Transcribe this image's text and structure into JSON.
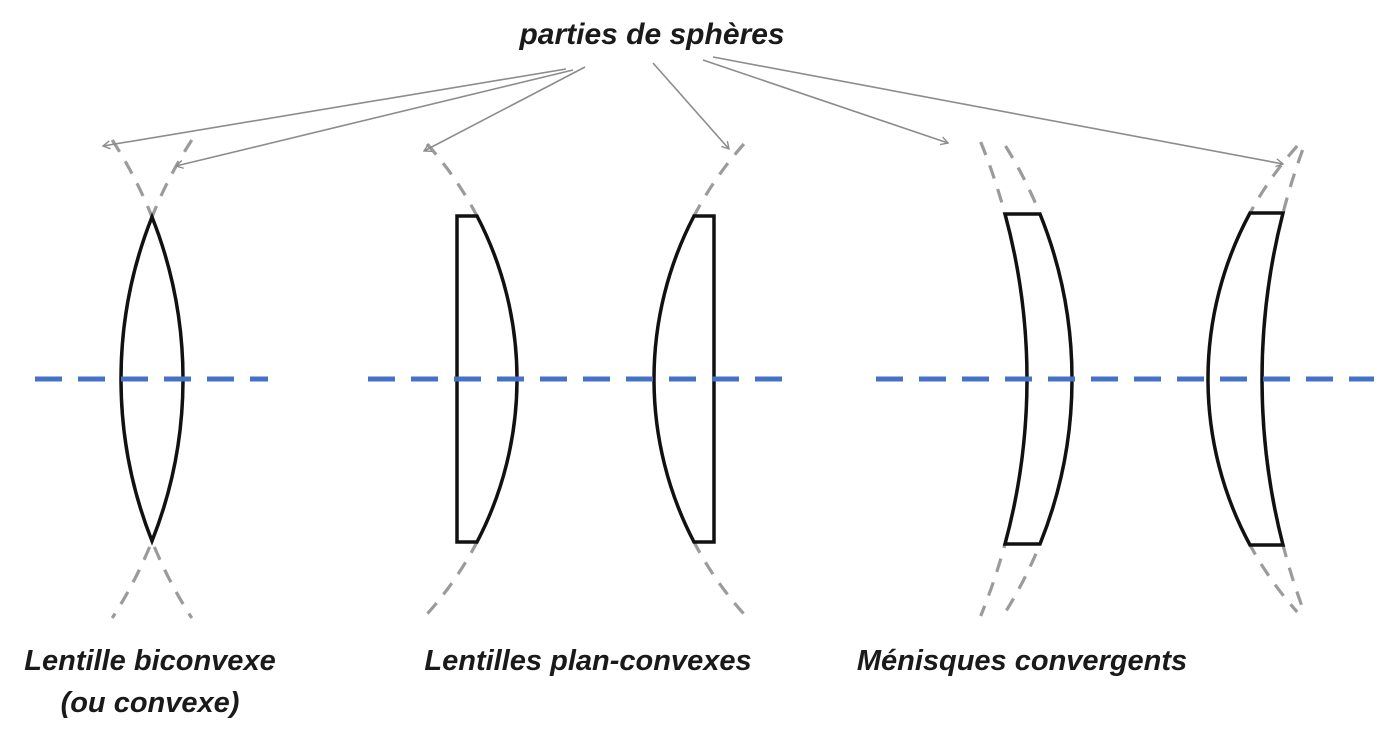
{
  "title": "parties de sphères",
  "captions": {
    "biconvex": {
      "line1": "Lentille biconvexe",
      "line2": "(ou convexe)"
    },
    "plan_convex": "Lentilles plan-convexes",
    "meniscus": "Ménisques convergents"
  },
  "colors": {
    "axis": "#4472C4",
    "sphere_arc": "#9b9b9b",
    "arrow": "#8c8c8c",
    "lens_outline": "#111111",
    "text": "#1a1a1a"
  }
}
